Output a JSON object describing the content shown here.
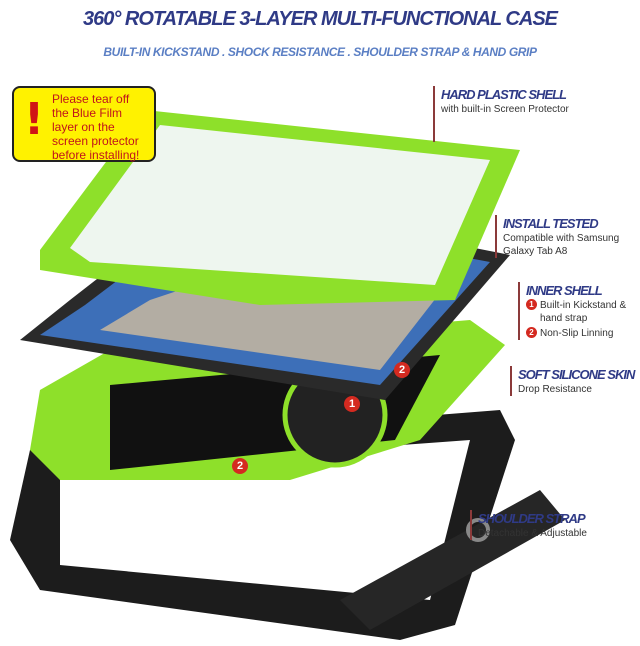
{
  "header": {
    "title": "360° ROTATABLE 3-LAYER MULTI-FUNCTIONAL CASE",
    "subtitle": "BUILT-IN KICKSTAND . SHOCK RESISTANCE . SHOULDER STRAP & HAND GRIP"
  },
  "note": {
    "icon": "exclamation-icon",
    "text": "Please tear off the Blue Film layer on the screen protector before installing!"
  },
  "features": [
    {
      "title": "HARD PLASTIC SHELL",
      "desc": "with built-in Screen Protector"
    },
    {
      "title": "INSTALL TESTED",
      "desc": "Compatible with Samsung Galaxy Tab A8"
    },
    {
      "title": "INNER SHELL",
      "items": [
        {
          "num": "1",
          "text": "Built-in Kickstand & hand strap"
        },
        {
          "num": "2",
          "text": "Non-Slip Linning"
        }
      ]
    },
    {
      "title": "SOFT SILICONE SKIN",
      "desc": "Drop Resistance"
    },
    {
      "title": "SHOULDER STRAP",
      "desc": "Detachable & Adjustable"
    }
  ],
  "markers": [
    "1",
    "2",
    "2"
  ],
  "colors": {
    "green": "#8ee02a",
    "title": "#2f3a86",
    "subtitle": "#5b7fc4",
    "note": "#fff200",
    "marker": "#d42a20"
  }
}
